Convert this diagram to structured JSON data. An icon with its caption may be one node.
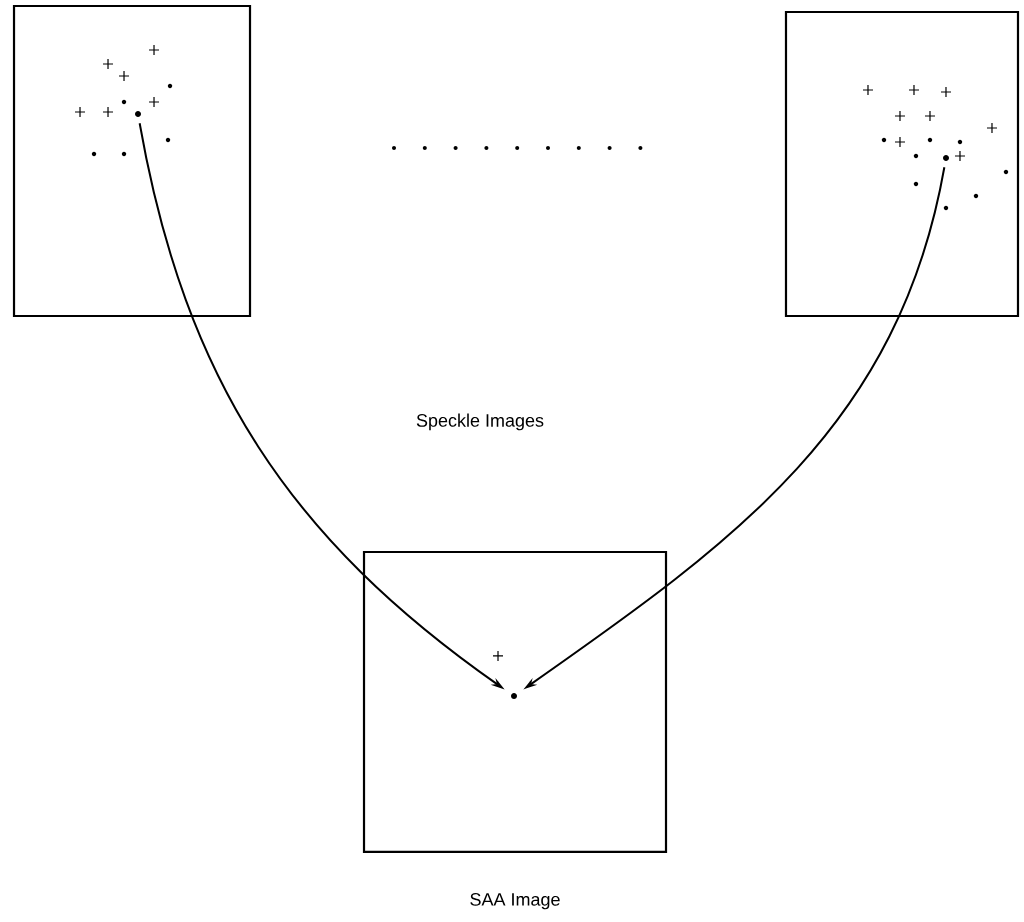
{
  "diagram": {
    "nodes": [
      {
        "text": [],
        "shape": "box"
      },
      {
        "text": [],
        "shape": "circle",
        "in": 0
      },
      {
        "text": [],
        "shape": "box"
      },
      {
        "text": [],
        "shape": "circle",
        "in": 2
      },
      {
        "text": [],
        "shape": "box",
        "beside": [
          "SAA Image"
        ]
      },
      {
        "text": [],
        "shape": "circle",
        "in": 4
      }
    ],
    "edges": [
      {
        "from": 1,
        "to": 5,
        "arrow": "to"
      },
      {
        "from": 3,
        "to": 5,
        "arrow": "to"
      }
    ],
    "labels": [
      "Speckle Images"
    ]
  }
}
